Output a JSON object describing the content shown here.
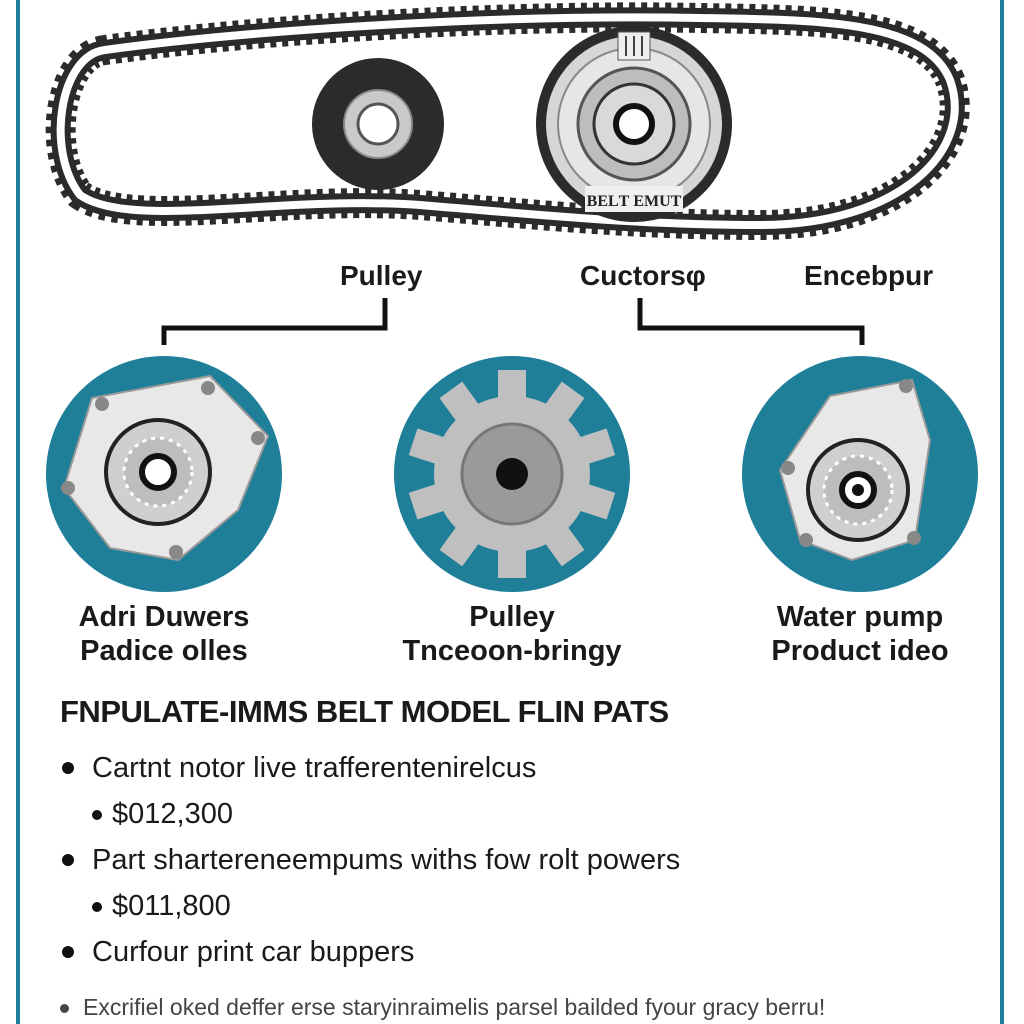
{
  "diagram": {
    "belt_plate_text": "ВЕLТ EMUT",
    "top_labels": [
      "Pulley",
      "Cuctorsφ",
      "Encebpur"
    ],
    "components": [
      {
        "caption_line1": "Adri Duwers",
        "caption_line2": "Padice olles"
      },
      {
        "caption_line1": "Pulley",
        "caption_line2": "Tnceoon-bringy"
      },
      {
        "caption_line1": "Water pump",
        "caption_line2": "Product ideo"
      }
    ]
  },
  "details": {
    "heading": "FNPULATE-IMMS BELT MODEL FLIN PATS",
    "items": [
      {
        "level": "main",
        "text": "Cartnt notor live trafferentenirelcus"
      },
      {
        "level": "sub",
        "text": "$012,300"
      },
      {
        "level": "main",
        "text": "Part sharterenеempums withs fow rolt powers"
      },
      {
        "level": "sub",
        "text": "$011,800"
      },
      {
        "level": "main",
        "text": "Curfour print car buppers"
      }
    ],
    "footnote": "Excrifiel oked deffer erse staryinraimelis parsel bailded fyour gracy berru!"
  },
  "colors": {
    "accent": "#1f7f99",
    "belt": "#2b2b2b",
    "metal": "#cfcfcf"
  }
}
